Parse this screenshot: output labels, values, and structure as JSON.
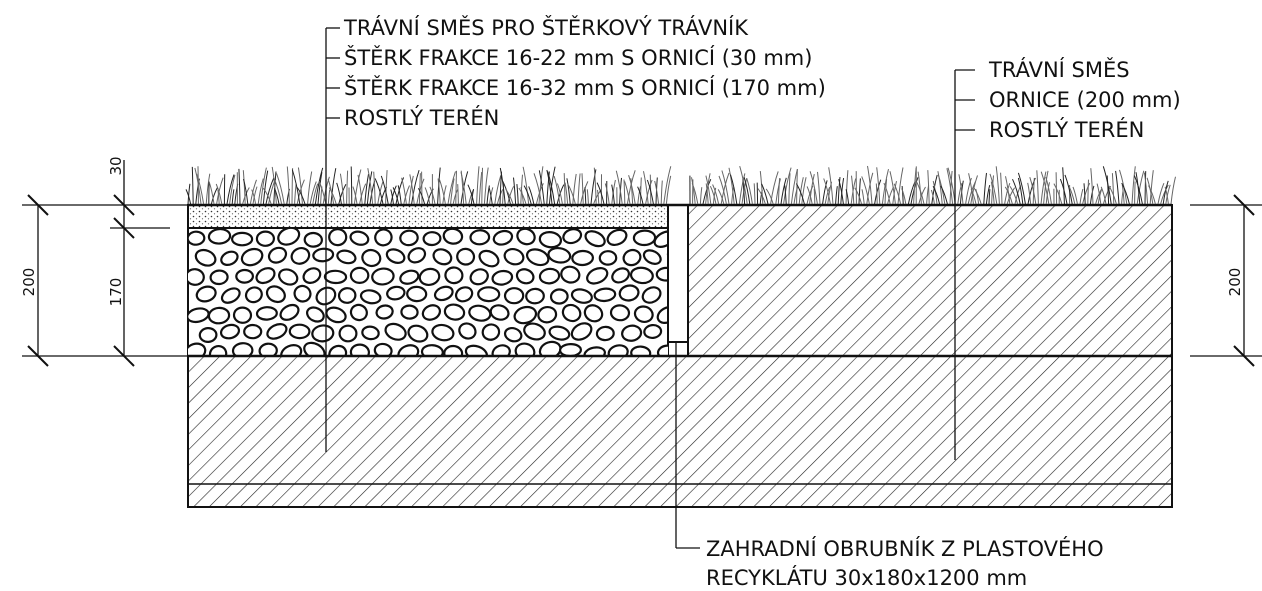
{
  "left_section": {
    "layers": [
      "TRÁVNÍ SMĚS PRO ŠTĚRKOVÝ TRÁVNÍK",
      "ŠTĚRK FRAKCE 16-22 mm S ORNICÍ (30 mm)",
      "ŠTĚRK FRAKCE 16-32 mm S ORNICÍ (170 mm)",
      "ROSTLÝ TERÉN"
    ]
  },
  "right_section": {
    "layers": [
      "TRÁVNÍ SMĚS",
      "ORNICE (200 mm)",
      "ROSTLÝ TERÉN"
    ]
  },
  "edging": {
    "line1": "ZAHRADNÍ OBRUBNÍK Z PLASTOVÉHO",
    "line2": "RECYKLÁTU 30x180x1200 mm"
  },
  "dimensions": {
    "left_total": "200",
    "left_top": "30",
    "left_mid": "170",
    "right_total": "200"
  }
}
